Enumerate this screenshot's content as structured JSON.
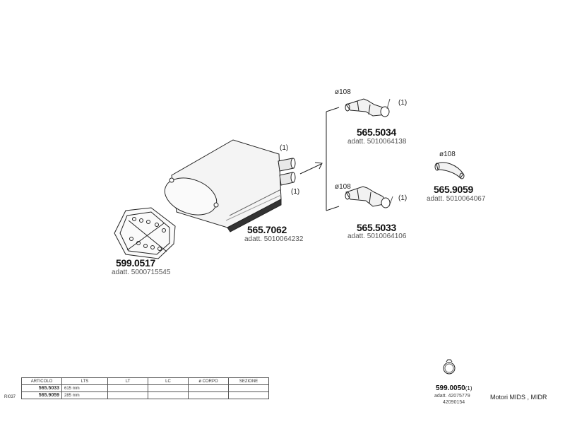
{
  "parts": {
    "silencer": {
      "code": "565.7062",
      "adatt": "adatt. 5010064232",
      "qty_top": "(1)",
      "qty_bottom": "(1)"
    },
    "gasket": {
      "code": "599.0517",
      "adatt": "adatt. 5000715545"
    },
    "pipe_upper": {
      "code": "565.5034",
      "adatt": "adatt. 5010064138",
      "diameter": "ø108",
      "qty": "(1)"
    },
    "pipe_lower": {
      "code": "565.5033",
      "adatt": "adatt. 5010064106",
      "diameter": "ø108",
      "qty": "(1)"
    },
    "sleeve": {
      "code": "565.9059",
      "adatt": "adatt. 5010064067",
      "diameter": "ø108"
    },
    "clamp": {
      "code": "599.0050",
      "qty": "(1)",
      "adatt_line1": "adatt. 42075779",
      "adatt_line2": "42090154"
    }
  },
  "table": {
    "headers": [
      "ARTICOLO",
      "LTS",
      "LT",
      "LC",
      "ø CORPO",
      "SEZIONE"
    ],
    "rows": [
      {
        "articolo": "565.5033",
        "lts": "615 mm"
      },
      {
        "articolo": "565.9059",
        "lts": "285 mm"
      }
    ],
    "ref": "RI037"
  },
  "engine_note": "Motori MIDS , MIDR"
}
